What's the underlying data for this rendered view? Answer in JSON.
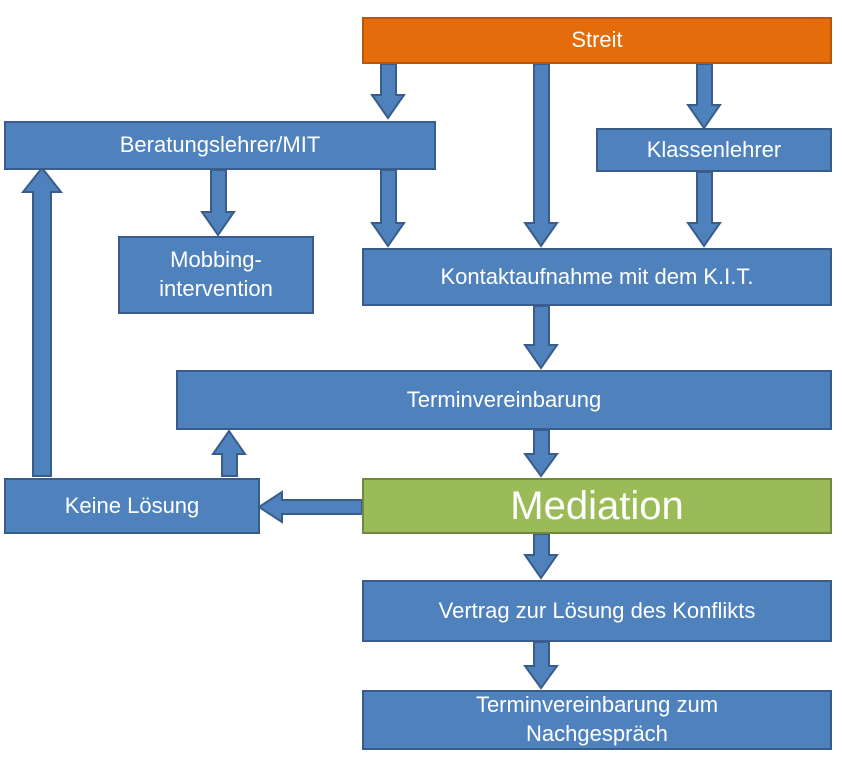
{
  "diagram": {
    "nodes": {
      "streit": "Streit",
      "beratungslehrer": "Beratungslehrer/MIT",
      "klassenlehrer": "Klassenlehrer",
      "mobbing": "Mobbing-\nintervention",
      "kontaktaufnahme": "Kontaktaufnahme mit dem K.I.T.",
      "terminvereinbarung": "Terminvereinbarung",
      "keine_loesung": "Keine Lösung",
      "mediation": "Mediation",
      "vertrag": "Vertrag zur Lösung des Konflikts",
      "nachgespraech": "Terminvereinbarung zum\nNachgespräch"
    },
    "edges": [
      [
        "streit",
        "beratungslehrer"
      ],
      [
        "streit",
        "kontaktaufnahme"
      ],
      [
        "streit",
        "klassenlehrer"
      ],
      [
        "beratungslehrer",
        "mobbing"
      ],
      [
        "beratungslehrer",
        "kontaktaufnahme"
      ],
      [
        "klassenlehrer",
        "kontaktaufnahme"
      ],
      [
        "kontaktaufnahme",
        "terminvereinbarung"
      ],
      [
        "terminvereinbarung",
        "mediation"
      ],
      [
        "mediation",
        "keine_loesung"
      ],
      [
        "keine_loesung",
        "terminvereinbarung"
      ],
      [
        "keine_loesung",
        "beratungslehrer"
      ],
      [
        "mediation",
        "vertrag"
      ],
      [
        "vertrag",
        "nachgespraech"
      ]
    ],
    "colors": {
      "box_fill": "#4f81bd",
      "box_border": "#385d8a",
      "streit_fill": "#e46c0a",
      "mediation_fill": "#9bbb59",
      "text": "#ffffff"
    }
  }
}
